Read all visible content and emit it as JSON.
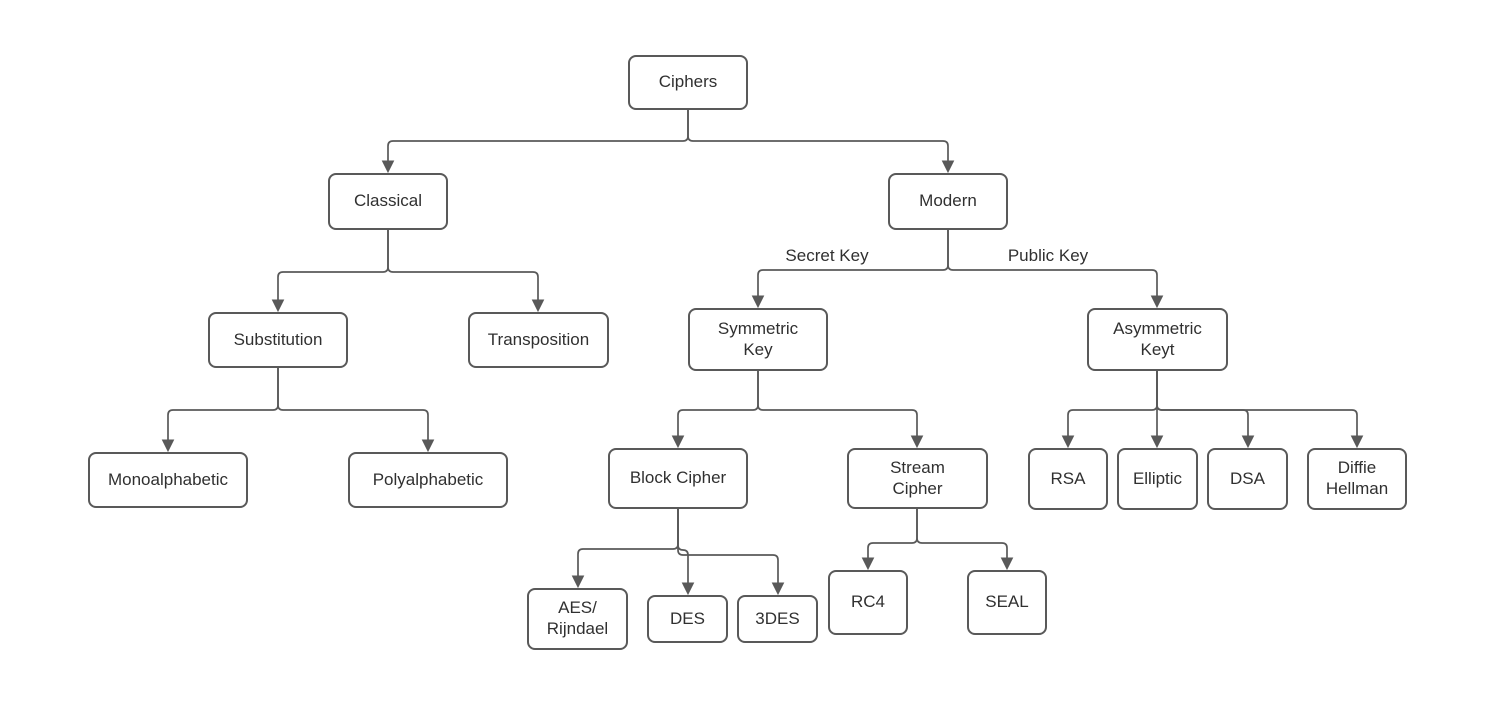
{
  "diagram": {
    "type": "tree",
    "root": "Ciphers",
    "nodes": {
      "ciphers": "Ciphers",
      "classical": "Classical",
      "modern": "Modern",
      "substitution": "Substitution",
      "transposition": "Transposition",
      "symmetric_key": [
        "Symmetric",
        "Key"
      ],
      "asymmetric_keyt": [
        "Asymmetric",
        "Keyt"
      ],
      "monoalphabetic": "Monoalphabetic",
      "polyalphabetic": "Polyalphabetic",
      "block_cipher": "Block Cipher",
      "stream_cipher": [
        "Stream",
        "Cipher"
      ],
      "rsa": "RSA",
      "elliptic": "Elliptic",
      "dsa": "DSA",
      "diffie_hellman": [
        "Diffie",
        "Hellman"
      ],
      "aes_rijndael": [
        "AES/",
        "Rijndael"
      ],
      "des": "DES",
      "three_des": "3DES",
      "rc4": "RC4",
      "seal": "SEAL"
    },
    "edge_labels": {
      "secret_key": "Secret Key",
      "public_key": "Public Key"
    },
    "edges": [
      {
        "from": "Ciphers",
        "to": "Classical"
      },
      {
        "from": "Ciphers",
        "to": "Modern"
      },
      {
        "from": "Classical",
        "to": "Substitution"
      },
      {
        "from": "Classical",
        "to": "Transposition"
      },
      {
        "from": "Substitution",
        "to": "Monoalphabetic"
      },
      {
        "from": "Substitution",
        "to": "Polyalphabetic"
      },
      {
        "from": "Modern",
        "to": "Symmetric Key",
        "label": "Secret Key"
      },
      {
        "from": "Modern",
        "to": "Asymmetric Keyt",
        "label": "Public Key"
      },
      {
        "from": "Symmetric Key",
        "to": "Block Cipher"
      },
      {
        "from": "Symmetric Key",
        "to": "Stream Cipher"
      },
      {
        "from": "Block Cipher",
        "to": "AES/ Rijndael"
      },
      {
        "from": "Block Cipher",
        "to": "DES"
      },
      {
        "from": "Block Cipher",
        "to": "3DES"
      },
      {
        "from": "Stream Cipher",
        "to": "RC4"
      },
      {
        "from": "Stream Cipher",
        "to": "SEAL"
      },
      {
        "from": "Asymmetric Keyt",
        "to": "RSA"
      },
      {
        "from": "Asymmetric Keyt",
        "to": "Elliptic"
      },
      {
        "from": "Asymmetric Keyt",
        "to": "DSA"
      },
      {
        "from": "Asymmetric Keyt",
        "to": "Diffie Hellman"
      }
    ],
    "colors": {
      "node_border": "#595959",
      "connector": "#595959",
      "arrowhead": "#595959",
      "text": "#303030",
      "node_fill": "#ffffff",
      "background": "#ffffff"
    }
  }
}
